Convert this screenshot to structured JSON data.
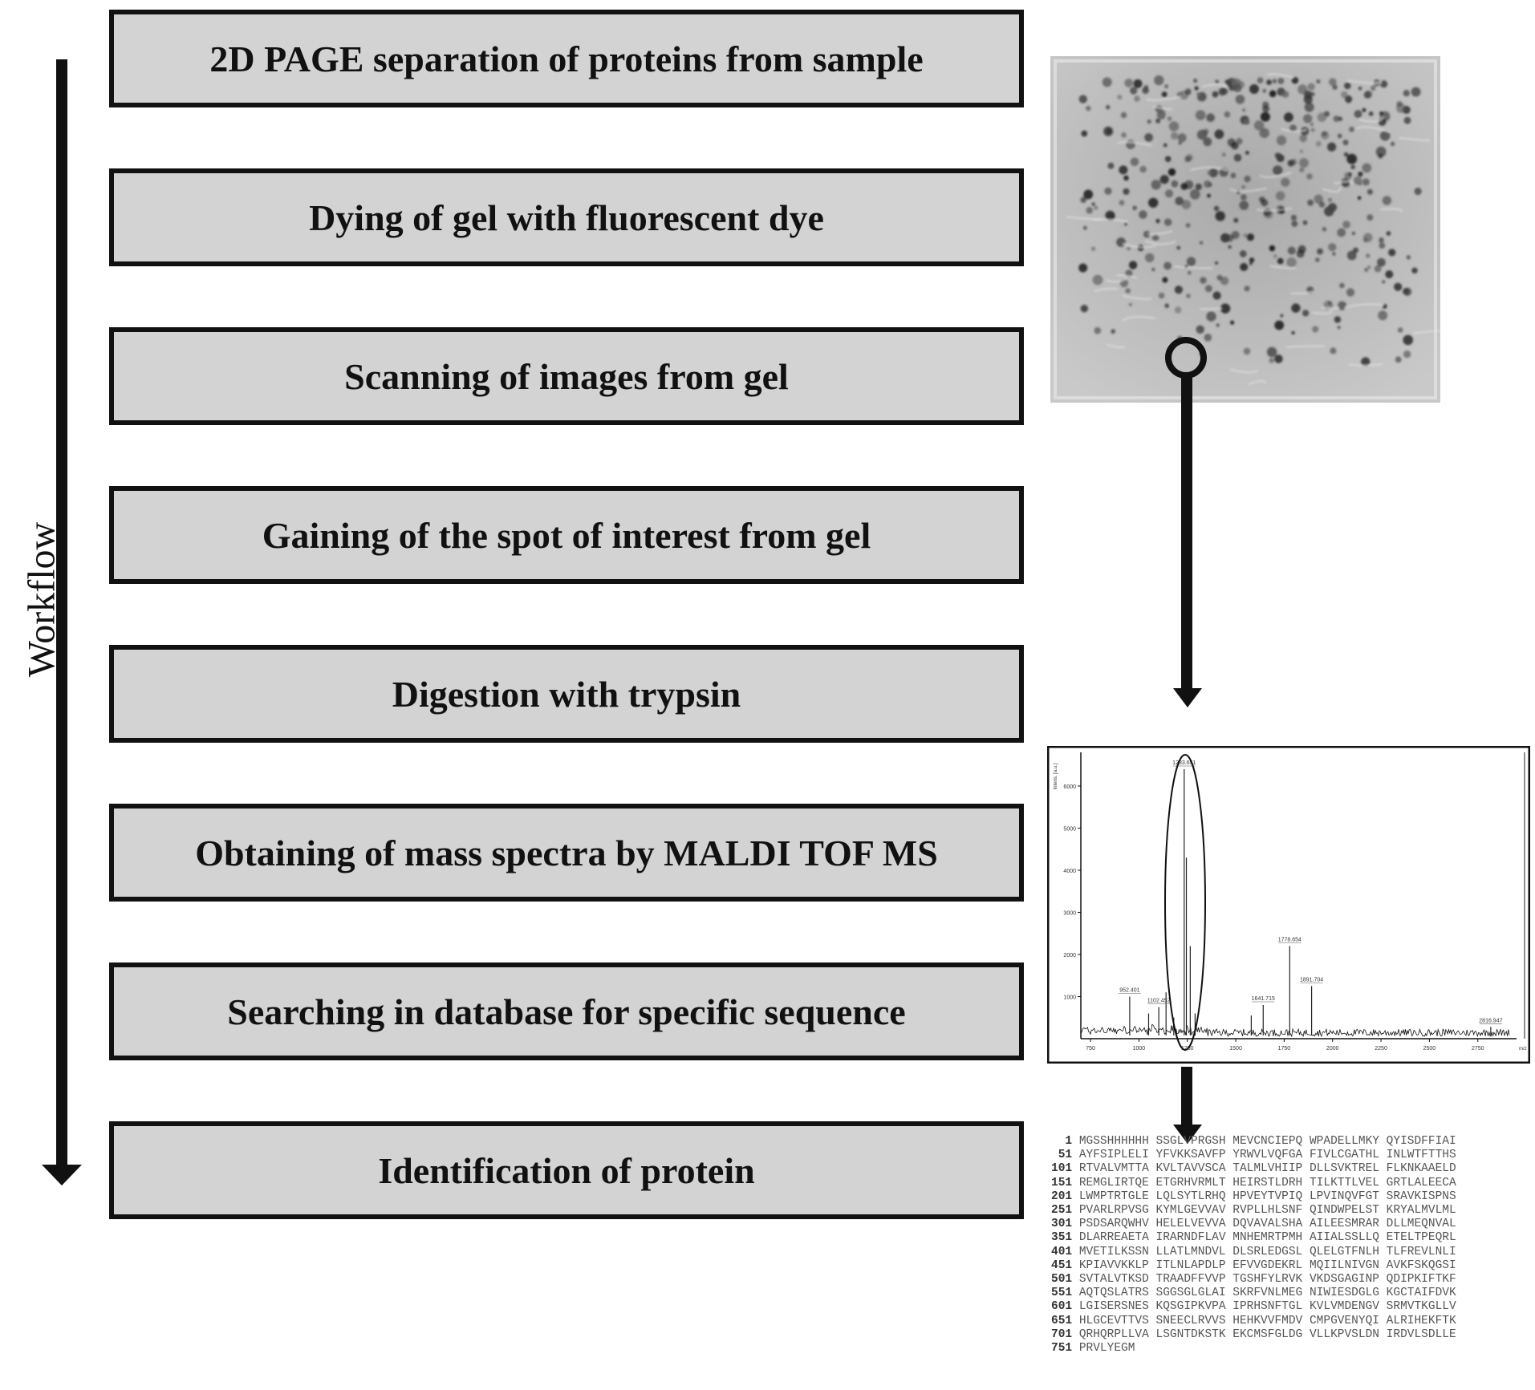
{
  "workflow_label": "Workflow",
  "steps": [
    "2D PAGE separation of proteins from sample",
    "Dying of gel with fluorescent dye",
    "Scanning of images from gel",
    "Gaining of the spot of interest from gel",
    "Digestion with trypsin",
    "Obtaining of mass spectra by MALDI TOF MS",
    "Searching in database for specific sequence",
    "Identification of protein"
  ],
  "spectrum": {
    "y_ticks": [
      "1000",
      "2000",
      "3000",
      "4000",
      "5000",
      "6000"
    ],
    "x_ticks": [
      "750",
      "1000",
      "1250",
      "1500",
      "1750",
      "2000",
      "2250",
      "2500",
      "2750"
    ],
    "x_unit": "m/z",
    "y_unit": "Intens. [a.u.]",
    "peak_labels": [
      "952.401",
      "1102.452",
      "1233.651",
      "1641.715",
      "1778.654",
      "1891.704",
      "2816.947"
    ]
  },
  "sequence": [
    {
      "num": "1",
      "text": "MGSSHHHHHH SSGLVPRGSH MEVCNCIEPQ WPADELLMKY QYISDFFIAI"
    },
    {
      "num": "51",
      "text": "AYFSIPLELI YFVKKSAVFP YRWVLVQFGA FIVLCGATHL INLWTFTTHS"
    },
    {
      "num": "101",
      "text": "RTVALVMTTA KVLTAVVSCA TALMLVHIIP DLLSVKTREL FLKNKAAELD"
    },
    {
      "num": "151",
      "text": "REMGLIRTQE ETGRHVRMLT HEIRSTLDRH TILKTTLVEL GRTLALEECA"
    },
    {
      "num": "201",
      "text": "LWMPTRTGLE LQLSYTLRHQ HPVEYTVPIQ LPVINQVFGT SRAVKISPNS"
    },
    {
      "num": "251",
      "text": "PVARLRPVSG KYMLGEVVAV RVPLLHLSNF QINDWPELST KRYALMVLML"
    },
    {
      "num": "301",
      "text": "PSDSARQWHV HELELVEVVA DQVAVALSHA AILEESMRAR DLLMEQNVAL"
    },
    {
      "num": "351",
      "text": "DLARREAETA IRARNDFLAV MNHEMRTPMH AIIALSSLLQ ETELTPEQRL"
    },
    {
      "num": "401",
      "text": "MVETILKSSN LLATLMNDVL DLSRLEDGSL QLELGTFNLH TLFREVLNLI"
    },
    {
      "num": "451",
      "text": "KPIAVVKKLP ITLNLAPDLP EFVVGDEKRL MQIILNIVGN AVKFSKQGSI"
    },
    {
      "num": "501",
      "text": "SVTALVTKSD TRAADFFVVP TGSHFYLRVK VKDSGAGINP QDIPKIFTKF"
    },
    {
      "num": "551",
      "text": "AQTQSLATRS SGGSGLGLAI SKRFVNLMEG NIWIESDGLG KGCTAIFDVK"
    },
    {
      "num": "601",
      "text": "LGISERSNES KQSGIPKVPA IPRHSNFTGL KVLVMDENGV SRMVTKGLLV"
    },
    {
      "num": "651",
      "text": "HLGCEVTTVS SNEECLRVVS HEHKVVFMDV CMPGVENYQI ALRIHEKFTK"
    },
    {
      "num": "701",
      "text": "QRHQRPLLVA LSGNTDKSTK EKCMSFGLDG VLLKPVSLDN IRDVLSDLLE"
    },
    {
      "num": "751",
      "text": "PRVLYEGM"
    }
  ],
  "colors": {
    "box_fill": "#d3d3d3",
    "border": "#111111"
  }
}
